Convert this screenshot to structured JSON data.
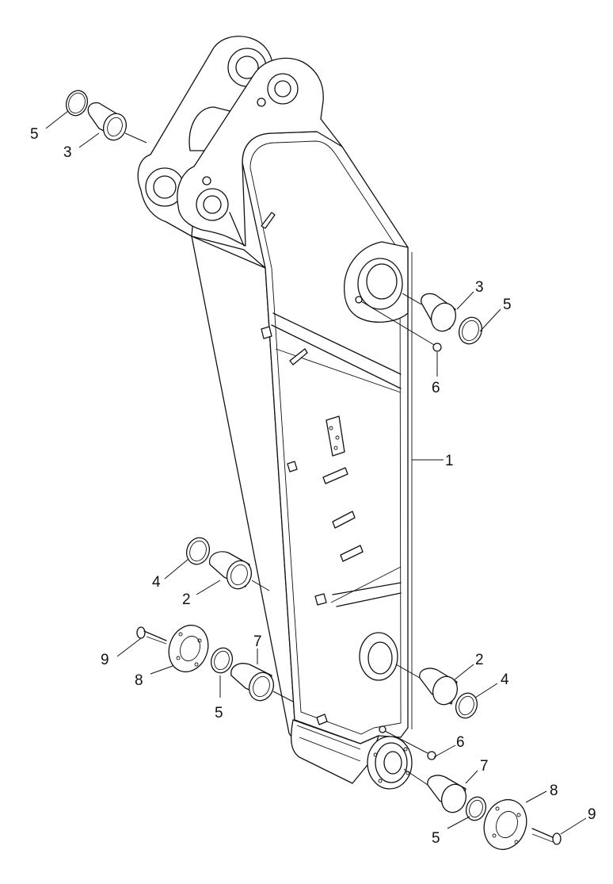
{
  "diagram": {
    "callouts": [
      {
        "id": "c-5-top-left",
        "text": "5",
        "part": "ring"
      },
      {
        "id": "c-3-top-left",
        "text": "3",
        "part": "bushing"
      },
      {
        "id": "c-3-right",
        "text": "3",
        "part": "bushing"
      },
      {
        "id": "c-5-right",
        "text": "5",
        "part": "ring"
      },
      {
        "id": "c-6-upper",
        "text": "6",
        "part": "grease-fitting"
      },
      {
        "id": "c-1",
        "text": "1",
        "part": "arm"
      },
      {
        "id": "c-4-left",
        "text": "4",
        "part": "ring"
      },
      {
        "id": "c-2-left",
        "text": "2",
        "part": "bushing"
      },
      {
        "id": "c-9-left",
        "text": "9",
        "part": "bolt"
      },
      {
        "id": "c-8-left",
        "text": "8",
        "part": "plate"
      },
      {
        "id": "c-7-left",
        "text": "7",
        "part": "bushing"
      },
      {
        "id": "c-5-lower-left",
        "text": "5",
        "part": "ring"
      },
      {
        "id": "c-2-right",
        "text": "2",
        "part": "bushing"
      },
      {
        "id": "c-4-right",
        "text": "4",
        "part": "ring"
      },
      {
        "id": "c-6-lower",
        "text": "6",
        "part": "grease-fitting"
      },
      {
        "id": "c-7-right",
        "text": "7",
        "part": "bushing"
      },
      {
        "id": "c-8-right",
        "text": "8",
        "part": "plate"
      },
      {
        "id": "c-9-right",
        "text": "9",
        "part": "bolt"
      },
      {
        "id": "c-5-bottom",
        "text": "5",
        "part": "ring"
      }
    ]
  }
}
